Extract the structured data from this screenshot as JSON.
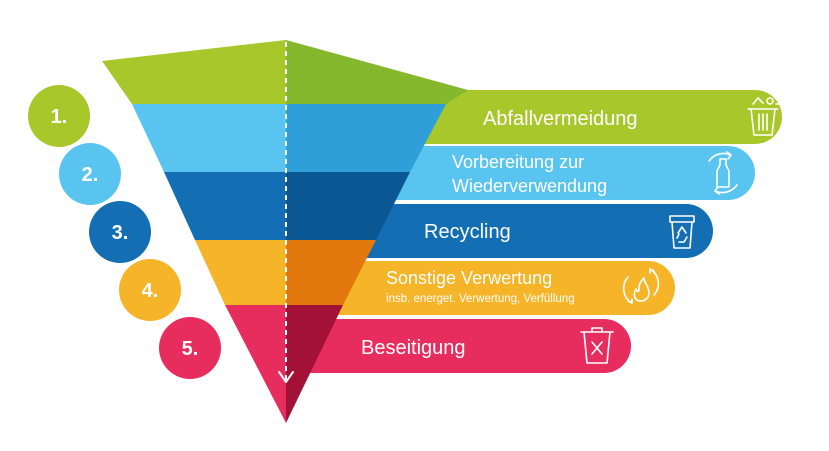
{
  "levels": [
    {
      "number": "1.",
      "label": "Abfallvermeidung",
      "icon": "trash-bin-overflow-icon",
      "colors": {
        "left": "#a7c72b",
        "right": "#86b82d",
        "circle": "#a7c72b",
        "bar": "#a7c72b"
      }
    },
    {
      "number": "2.",
      "label_line1": "Vorbereitung zur",
      "label_line2": "Wiederverwendung",
      "icon": "reuse-bottle-icon",
      "colors": {
        "left": "#5ac4f0",
        "right": "#2e9fd9",
        "circle": "#5ac4f0",
        "bar": "#5ac4f0"
      }
    },
    {
      "number": "3.",
      "label": "Recycling",
      "icon": "recycling-bin-icon",
      "colors": {
        "left": "#136eb4",
        "right": "#0a5794",
        "circle": "#136eb4",
        "bar": "#136eb4"
      }
    },
    {
      "number": "4.",
      "label": "Sonstige Verwertung",
      "sublabel": "insb. energet. Verwertung, Verfüllung",
      "icon": "energy-recovery-flame-icon",
      "colors": {
        "left": "#f6b429",
        "right": "#e2780e",
        "circle": "#f6b429",
        "bar": "#f6b429"
      }
    },
    {
      "number": "5.",
      "label": "Beseitigung",
      "icon": "disposal-bin-icon",
      "colors": {
        "left": "#e72c5e",
        "right": "#a31137",
        "circle": "#e72c5e",
        "bar": "#e72c5e"
      }
    }
  ]
}
